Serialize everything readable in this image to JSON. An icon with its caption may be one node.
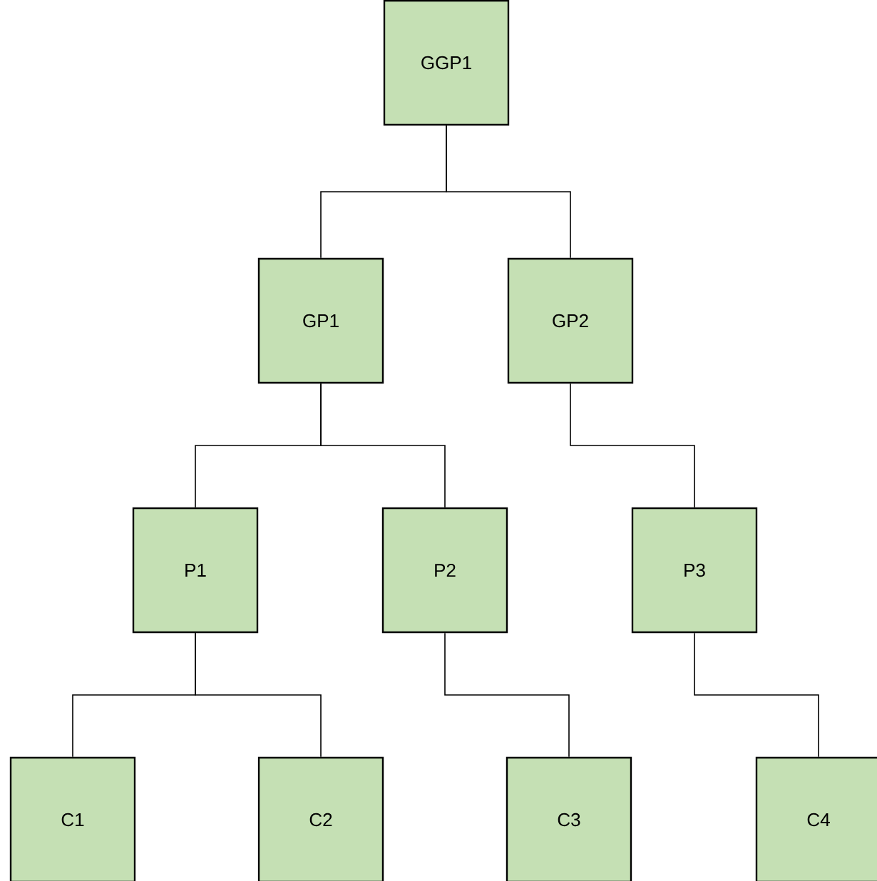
{
  "diagram": {
    "nodes": [
      {
        "text": [
          "GGP1"
        ]
      },
      {
        "text": [
          "GP1"
        ]
      },
      {
        "text": [
          "GP2"
        ]
      },
      {
        "text": [
          "P1"
        ]
      },
      {
        "text": [
          "P2"
        ]
      },
      {
        "text": [
          "P3"
        ]
      },
      {
        "text": [
          "C1"
        ]
      },
      {
        "text": [
          "C2"
        ]
      },
      {
        "text": [
          "C3"
        ]
      },
      {
        "text": [
          "C4"
        ]
      }
    ],
    "edges": [
      {
        "from": 0,
        "to": 1,
        "arrow": "none"
      },
      {
        "from": 0,
        "to": 2,
        "arrow": "none"
      },
      {
        "from": 1,
        "to": 3,
        "arrow": "none"
      },
      {
        "from": 1,
        "to": 4,
        "arrow": "none"
      },
      {
        "from": 2,
        "to": 5,
        "arrow": "none"
      },
      {
        "from": 3,
        "to": 6,
        "arrow": "none"
      },
      {
        "from": 3,
        "to": 7,
        "arrow": "none"
      },
      {
        "from": 4,
        "to": 8,
        "arrow": "none"
      },
      {
        "from": 5,
        "to": 9,
        "arrow": "none"
      }
    ]
  }
}
